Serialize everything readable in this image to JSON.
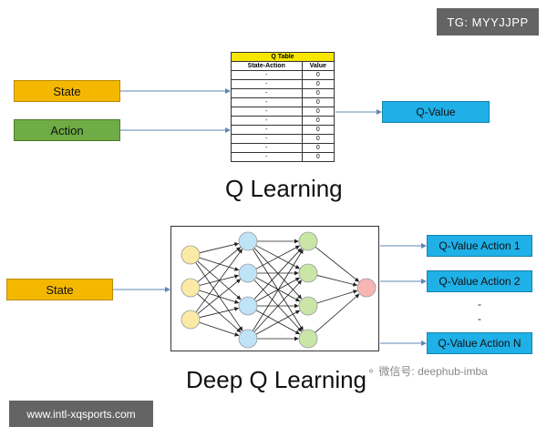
{
  "overlays": {
    "tg_label": "TG: MYYJJPP",
    "url_label": "www.intl-xqsports.com"
  },
  "q_learning": {
    "state_label": "State",
    "action_label": "Action",
    "table": {
      "title": "Q Table",
      "columns": [
        "State-Action",
        "Value"
      ],
      "rows": [
        [
          "-",
          "0"
        ],
        [
          "-",
          "0"
        ],
        [
          "-",
          "0"
        ],
        [
          "-",
          "0"
        ],
        [
          "-",
          "0"
        ],
        [
          "-",
          "0"
        ],
        [
          "-",
          "0"
        ],
        [
          "-",
          "0"
        ],
        [
          "-",
          "0"
        ],
        [
          "-",
          "0"
        ]
      ]
    },
    "output_label": "Q-Value",
    "title": "Q Learning"
  },
  "deep_q_learning": {
    "state_label": "State",
    "outputs": [
      "Q-Value Action 1",
      "Q-Value Action 2",
      "Q-Value Action N"
    ],
    "ellipsis": [
      "-",
      "-"
    ],
    "title": "Deep Q Learning",
    "network": {
      "layer_sizes": [
        3,
        4,
        4,
        4,
        1
      ],
      "layer_colors": [
        "#fbe9a6",
        "#bfe3f7",
        "#bfe3f7",
        "#c9e6a6",
        "#f7b5b3"
      ]
    }
  },
  "watermark": "微信号: deephub-imba",
  "colors": {
    "state": "#f5b800",
    "action": "#6fac45",
    "q_value": "#1fb0e8",
    "table_header": "#f7e600",
    "arrow": "#5f87b6"
  }
}
